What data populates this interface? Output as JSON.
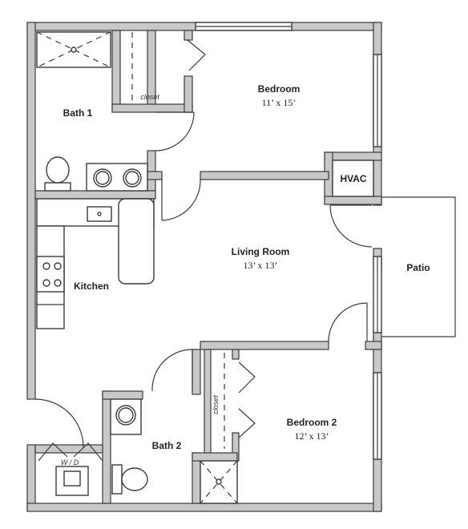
{
  "rooms": {
    "bedroom": {
      "name": "Bedroom",
      "size": "11’ x 15’"
    },
    "bath1": {
      "name": "Bath 1"
    },
    "living": {
      "name": "Living Room",
      "size": "13’ x 13’"
    },
    "kitchen": {
      "name": "Kitchen"
    },
    "patio": {
      "name": "Patio"
    },
    "hvac": {
      "name": "HVAC"
    },
    "bath2": {
      "name": "Bath 2"
    },
    "bedroom2": {
      "name": "Bedroom 2",
      "size": "12’ x 13’"
    },
    "wd": {
      "name": "W / D"
    },
    "closet_top": {
      "name": "closet"
    },
    "closet_bottom": {
      "name": "closet"
    }
  }
}
